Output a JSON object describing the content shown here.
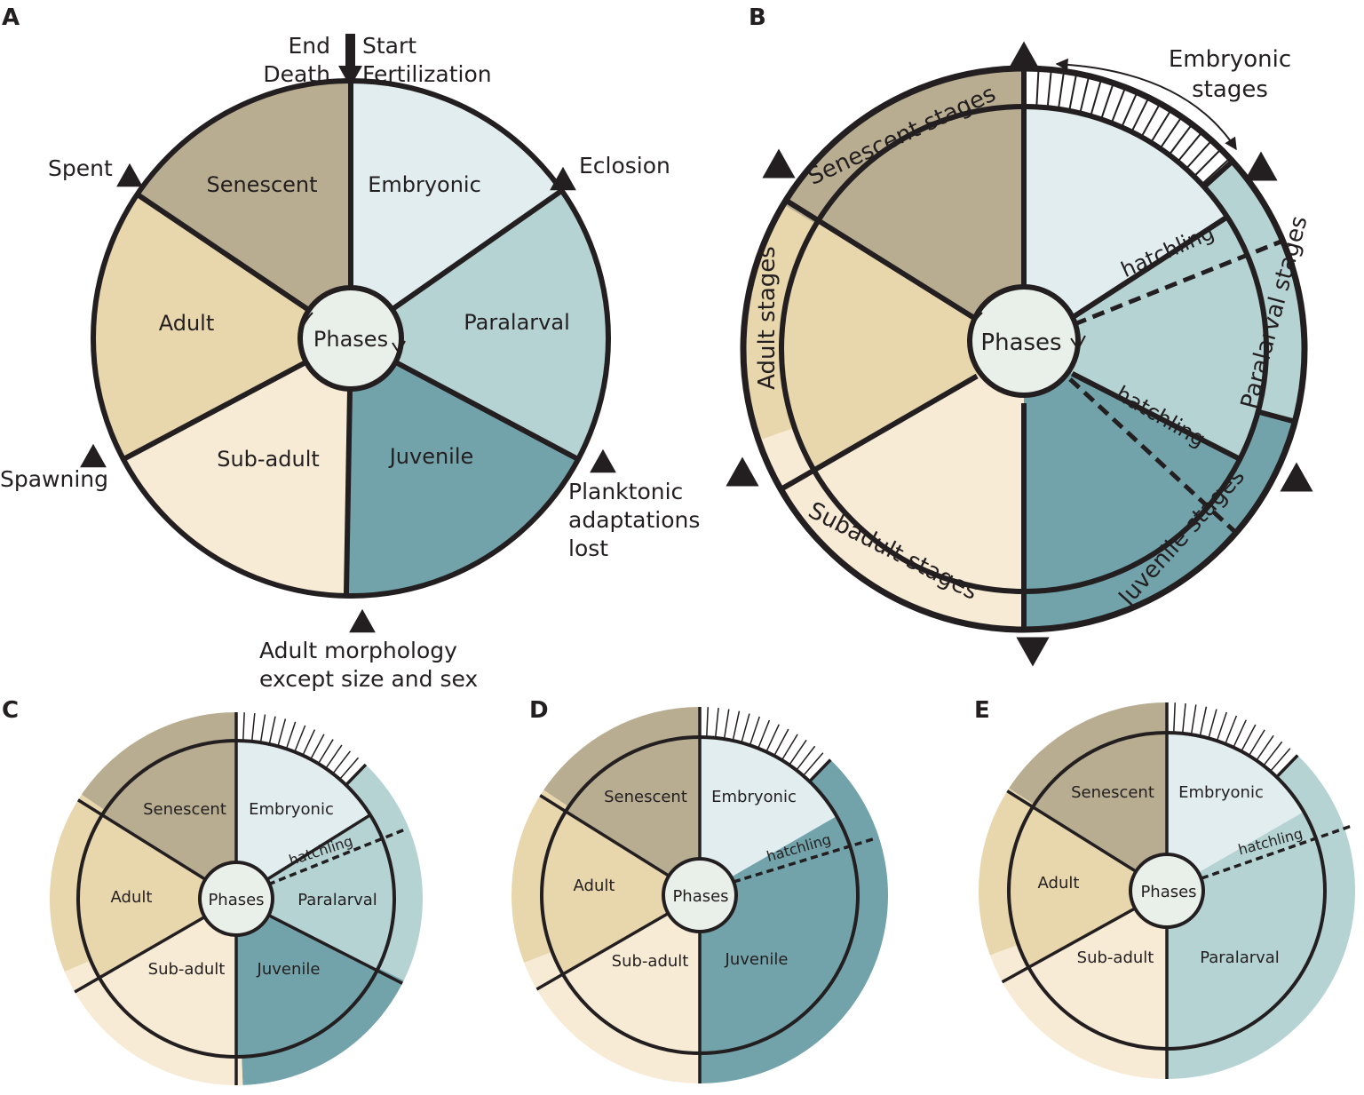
{
  "colors": {
    "senescent": "#b8ad91",
    "embryonic": "#e1edef",
    "paralarval": "#b6d3d4",
    "juvenile": "#73a3aa",
    "subadult": "#f8ebd5",
    "adult": "#e8d6ad",
    "center": "#e9efe9",
    "stroke": "#231f20"
  },
  "panel_labels": [
    "A",
    "B",
    "C",
    "D",
    "E"
  ],
  "panel_a": {
    "phases_label": "Phases",
    "segments": {
      "senescent": "Senescent",
      "embryonic": "Embryonic",
      "paralarval": "Paralarval",
      "juvenile": "Juvenile",
      "subadult": "Sub-adult",
      "adult": "Adult"
    },
    "events": {
      "end": "End",
      "death": "Death",
      "start": "Start",
      "fertilization": "Fertilization",
      "eclosion": "Eclosion",
      "planktonic": [
        "Planktonic",
        "adaptations",
        "lost"
      ],
      "adult_morphology": [
        "Adult morphology",
        "except size and sex"
      ],
      "spawning": "Spawning",
      "spent": "Spent"
    }
  },
  "panel_b": {
    "phases_label": "Phases",
    "stage_labels": {
      "senescent": "Senescent stages",
      "embryonic": [
        "Embryonic",
        "stages"
      ],
      "paralarval": "Paralarval stages",
      "juvenile": "Juvenile stages",
      "subadult": "Subadult stages",
      "adult": "Adult stages"
    },
    "hatchling": "hatchling"
  },
  "panel_c": {
    "phases_label": "Phases",
    "hatchling": "hatchling",
    "segments": {
      "senescent": "Senescent",
      "embryonic": "Embryonic",
      "paralarval": "Paralarval",
      "juvenile": "Juvenile",
      "subadult": "Sub-adult",
      "adult": "Adult"
    }
  },
  "panel_d": {
    "phases_label": "Phases",
    "hatchling": "hatchling",
    "segments": {
      "senescent": "Senescent",
      "embryonic": "Embryonic",
      "juvenile": "Juvenile",
      "subadult": "Sub-adult",
      "adult": "Adult"
    }
  },
  "panel_e": {
    "phases_label": "Phases",
    "hatchling": "hatchling",
    "segments": {
      "senescent": "Senescent",
      "embryonic": "Embryonic",
      "paralarval": "Paralarval",
      "subadult": "Sub-adult",
      "adult": "Adult"
    }
  }
}
